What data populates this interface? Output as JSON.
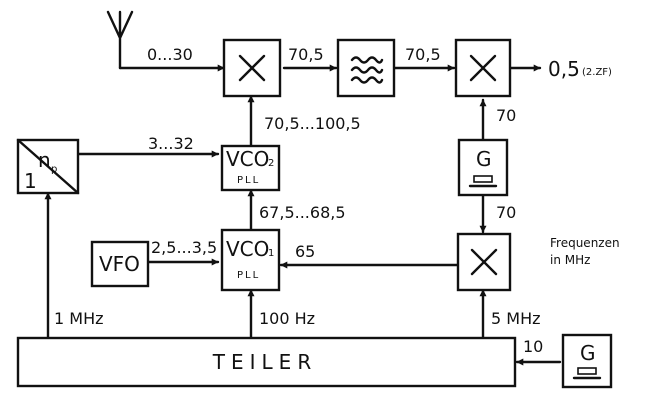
{
  "blocks": {
    "vco2": {
      "main": "VCO",
      "sub": "2",
      "pll": "PLL"
    },
    "vco1": {
      "main": "VCO",
      "sub": "1",
      "pll": "PLL"
    },
    "vfo": "VFO",
    "divider": {
      "top": "n",
      "sub": "p",
      "bottom": "1"
    },
    "osc_top": "G",
    "osc_bottom": "G",
    "teiler": "TEILER"
  },
  "signals": {
    "antenna_in": "0...30",
    "mixer1_out": "70,5",
    "filter_out": "70,5",
    "output": "0,5",
    "output_note": "(2.ZF)",
    "vco2_out": "70,5...100,5",
    "divider_out": "3...32",
    "osc_top_out": "70",
    "osc_to_mixer3": "70",
    "vco1_out": "67,5...68,5",
    "vfo_out": "2,5...3,5",
    "mixer3_out": "65",
    "ref_1mhz": "1 MHz",
    "ref_100hz": "100 Hz",
    "ref_5mhz": "5 MHz",
    "osc_bottom_out": "10"
  },
  "note": [
    "Frequenzen",
    "in MHz"
  ]
}
